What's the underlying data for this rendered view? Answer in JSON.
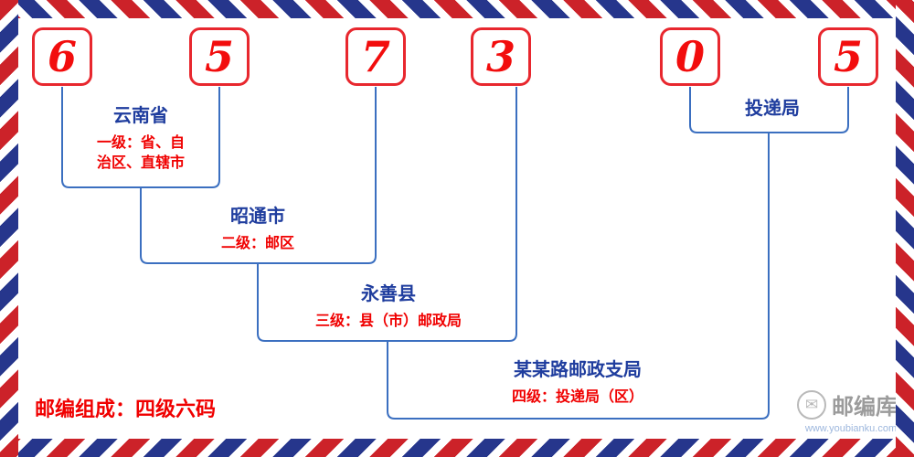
{
  "postal_code": {
    "digits": [
      "6",
      "5",
      "7",
      "3",
      "0",
      "5"
    ]
  },
  "levels": [
    {
      "name": "云南省",
      "desc_line1": "一级：省、自",
      "desc_line2": "治区、直辖市"
    },
    {
      "name": "昭通市",
      "desc": "二级：邮区"
    },
    {
      "name": "永善县",
      "desc": "三级：县（市）邮政局"
    },
    {
      "name": "某某路邮政支局",
      "desc": "四级：投递局（区）"
    },
    {
      "name": "投递局"
    }
  ],
  "footer": {
    "composition_label": "邮编组成：四级六码"
  },
  "watermark": {
    "brand": "邮编库",
    "url": "www.youbianku.com",
    "envelope_icon": "✉"
  },
  "colors": {
    "digit_red": "#f20d0d",
    "box_border_red": "#e8272e",
    "place_blue": "#1f3d9e",
    "desc_red": "#f00000",
    "line_blue": "#3b6fc0",
    "stripe_red": "#cc2229",
    "stripe_blue": "#26368c",
    "watermark_gray": "#9b9b9b",
    "watermark_url_blue": "#9db7dd"
  }
}
